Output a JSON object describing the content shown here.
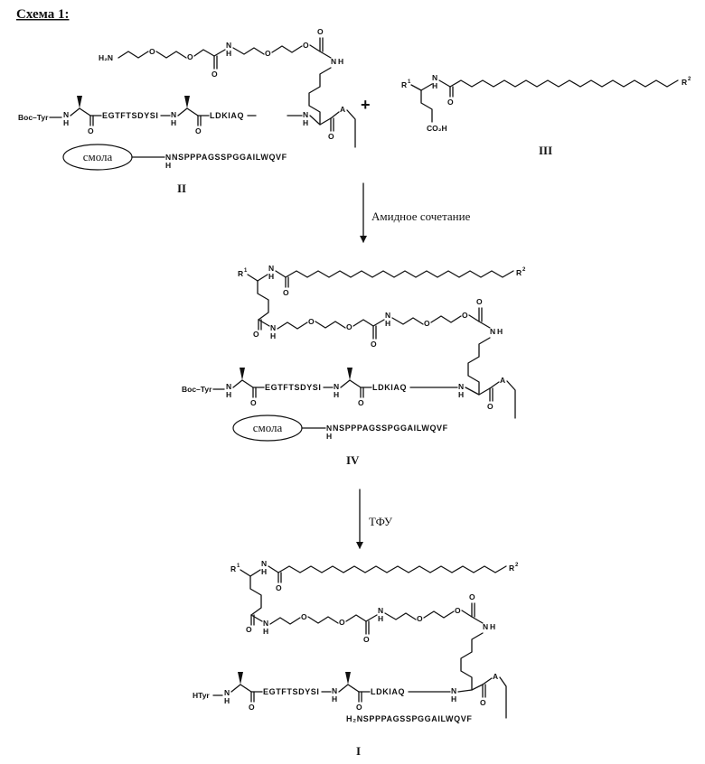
{
  "title": "Схема 1:",
  "atoms": {
    "H": "H",
    "O": "O",
    "N": "N",
    "NH": "NH",
    "A": "A",
    "R": "R",
    "one": "1",
    "two": "2",
    "H2N": "H₂N",
    "CO2H": "CO₂H",
    "boc_tyr": "Boc–Tyr",
    "htyr": "HTyr"
  },
  "sequences": {
    "mid1": "EGTFTSDYSI",
    "mid2": "LDKIAQ",
    "resin_chain": "NSPPPAGSSPGGAILWQVF",
    "free_chain": "H₂NSPPPAGSSPGGAILWQVF"
  },
  "resin_label": "смола",
  "compounds": {
    "II": "II",
    "III": "III",
    "IV": "IV",
    "I": "I"
  },
  "plus": "+",
  "steps": {
    "coupling": "Амидное сочетание",
    "tfa": "ТФУ"
  },
  "colors": {
    "ink": "#111111",
    "background": "#ffffff"
  }
}
